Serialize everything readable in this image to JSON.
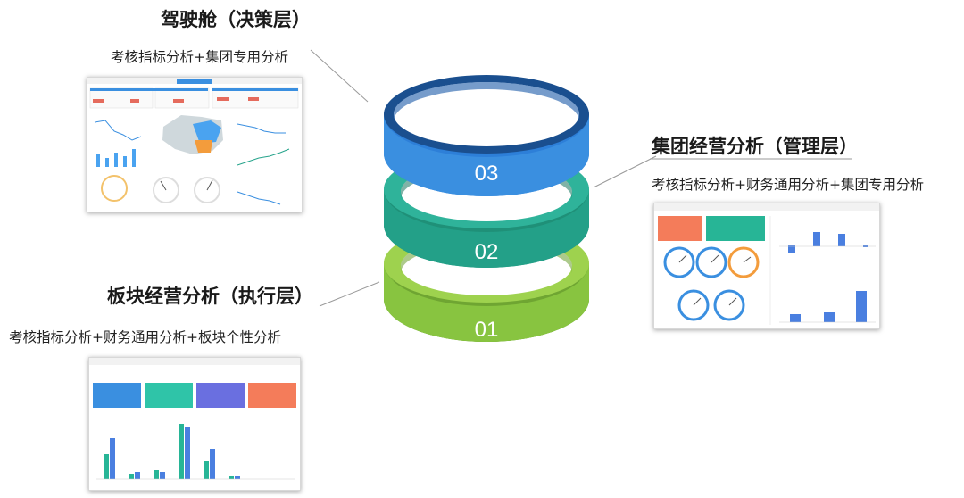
{
  "layers": [
    {
      "number": "03",
      "title": "驾驶舱（决策层）",
      "subtitle": "考核指标分析+集团专用分析",
      "color": "#3a8fe0"
    },
    {
      "number": "02",
      "title": "集团经营分析（管理层）",
      "subtitle": "考核指标分析+财务通用分析+集团专用分析",
      "color": "#27a48c"
    },
    {
      "number": "01",
      "title": "板块经营分析（执行层）",
      "subtitle": "考核指标分析+财务通用分析+板块个性分析",
      "color": "#8cc63f"
    }
  ],
  "colors": {
    "ring_blue_top": "#4aa3f0",
    "ring_blue_side": "#2d7fd8",
    "ring_teal_top": "#2fb39a",
    "ring_teal_side": "#1f9078",
    "ring_green_top": "#9ed24e",
    "ring_green_side": "#7db83a",
    "connector": "#9a9a9a"
  }
}
